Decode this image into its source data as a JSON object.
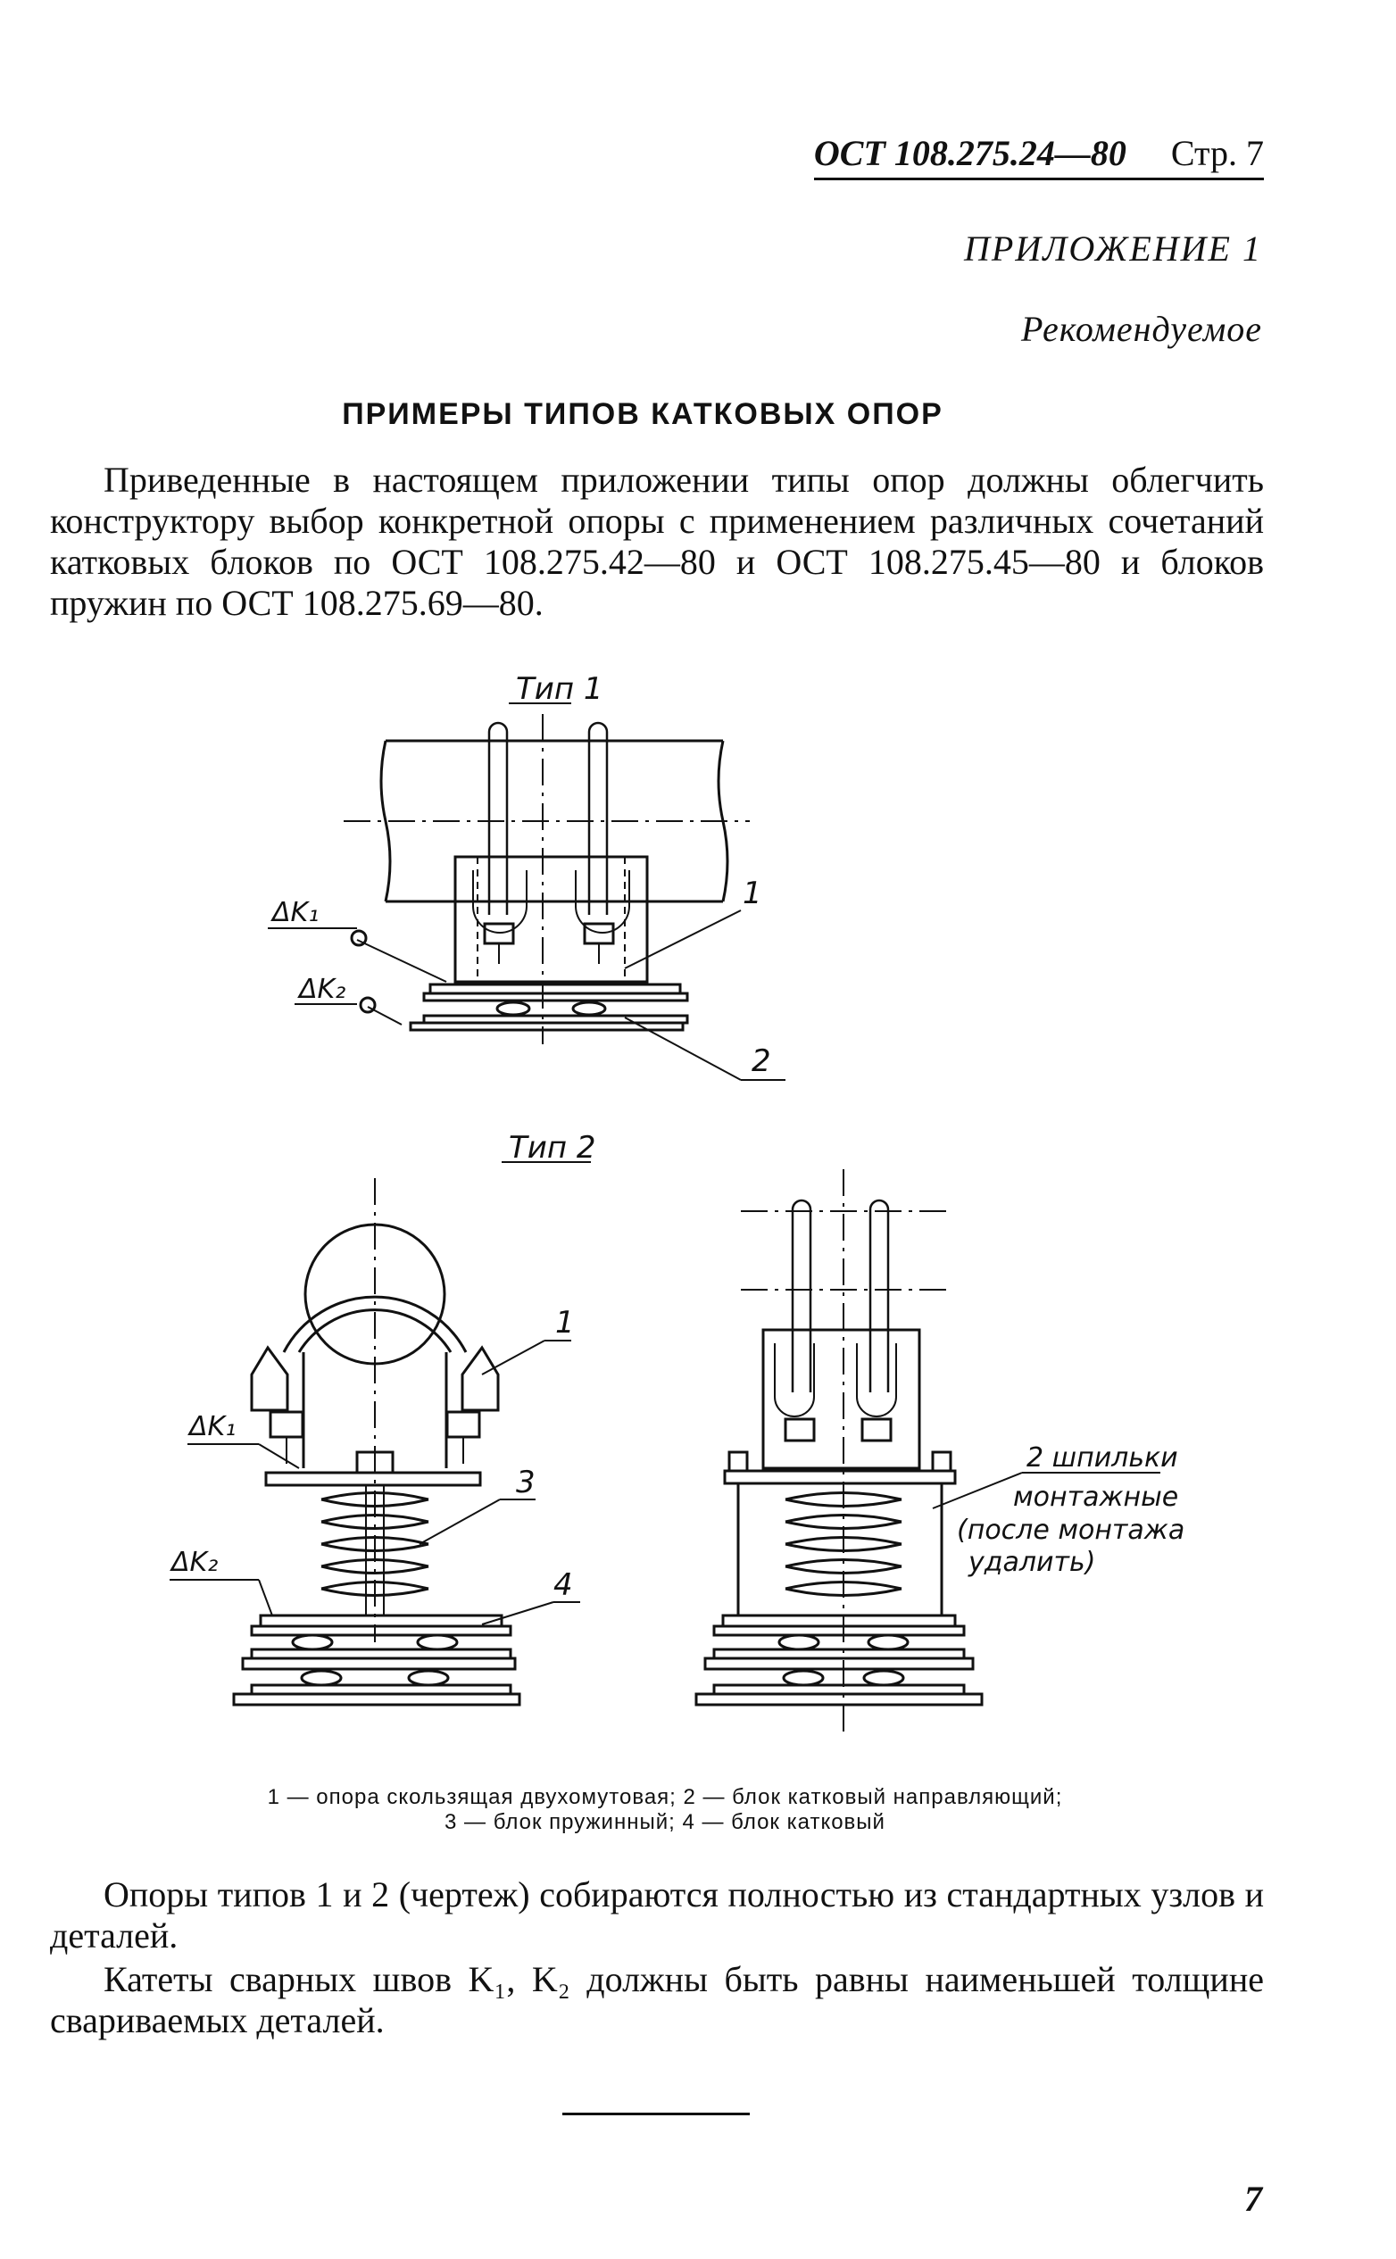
{
  "header": {
    "doc_number": "ОСТ 108.275.24—80",
    "page_label": "Стр. 7"
  },
  "appendix": {
    "label": "ПРИЛОЖЕНИЕ 1",
    "status": "Рекомендуемое"
  },
  "title": "ПРИМЕРЫ ТИПОВ КАТКОВЫХ ОПОР",
  "intro": "Приведенные в настоящем приложении типы опор должны облегчить конструктору выбор конкретной опоры с применением различных сочетаний катковых блоков по ОСТ 108.275.42—80 и ОСТ 108.275.45—80 и блоков пружин по ОСТ 108.275.69—80.",
  "figure": {
    "type1_label": "Тип 1",
    "type2_label": "Тип 2",
    "weld_k1": "ΔK₁",
    "weld_k2": "ΔK₂",
    "callouts": [
      "1",
      "2",
      "3",
      "4"
    ],
    "note_lines": [
      "2 шпильки",
      "монтажные",
      "(после монтажа",
      "удалить)"
    ]
  },
  "caption": {
    "line1": "1 — опора скользящая двухомутовая; 2 — блок катковый направляющий;",
    "line2": "3 — блок пружинный; 4 — блок катковый"
  },
  "paragraphs": [
    "Опоры типов 1 и 2 (чертеж) собираются полностью из стандартных узлов и деталей.",
    "Катеты сварных швов K₁, K₂ должны быть равны наименьшей толщине свариваемых деталей."
  ],
  "page_number": "7"
}
